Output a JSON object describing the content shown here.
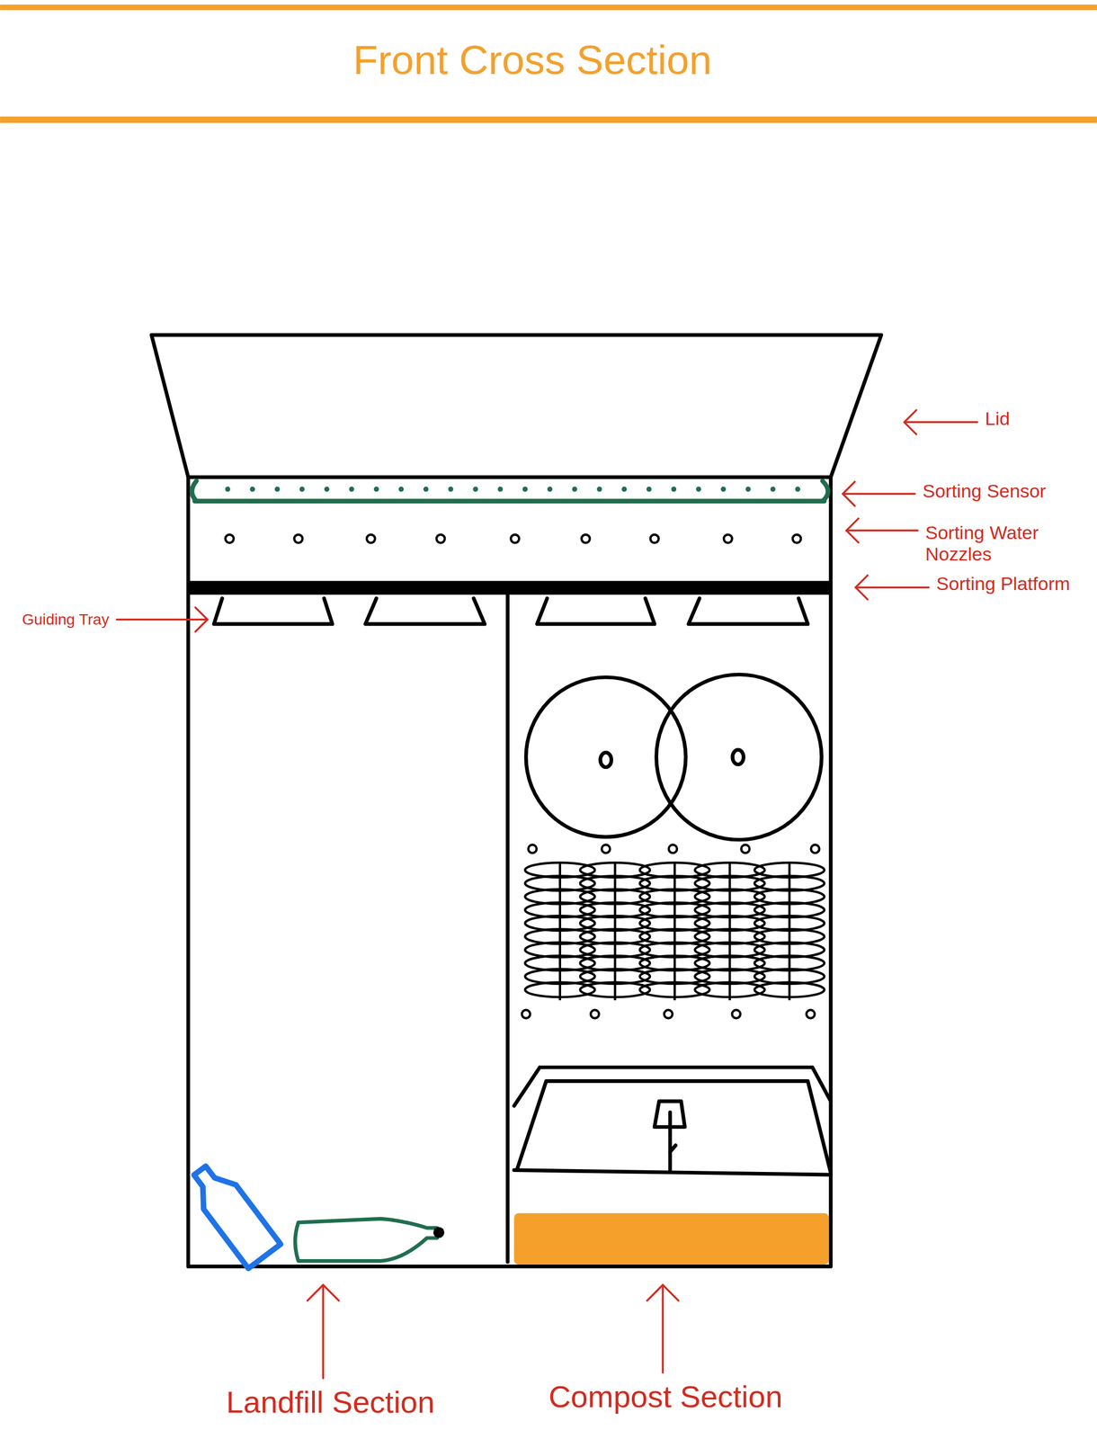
{
  "diagram": {
    "title": "Front Cross Section",
    "labels": [
      "Lid",
      "Sorting Sensor",
      "Sorting Water Nozzles",
      "Sorting Platform",
      "Guiding Tray",
      "Landfill Section",
      "Compost Section"
    ]
  }
}
